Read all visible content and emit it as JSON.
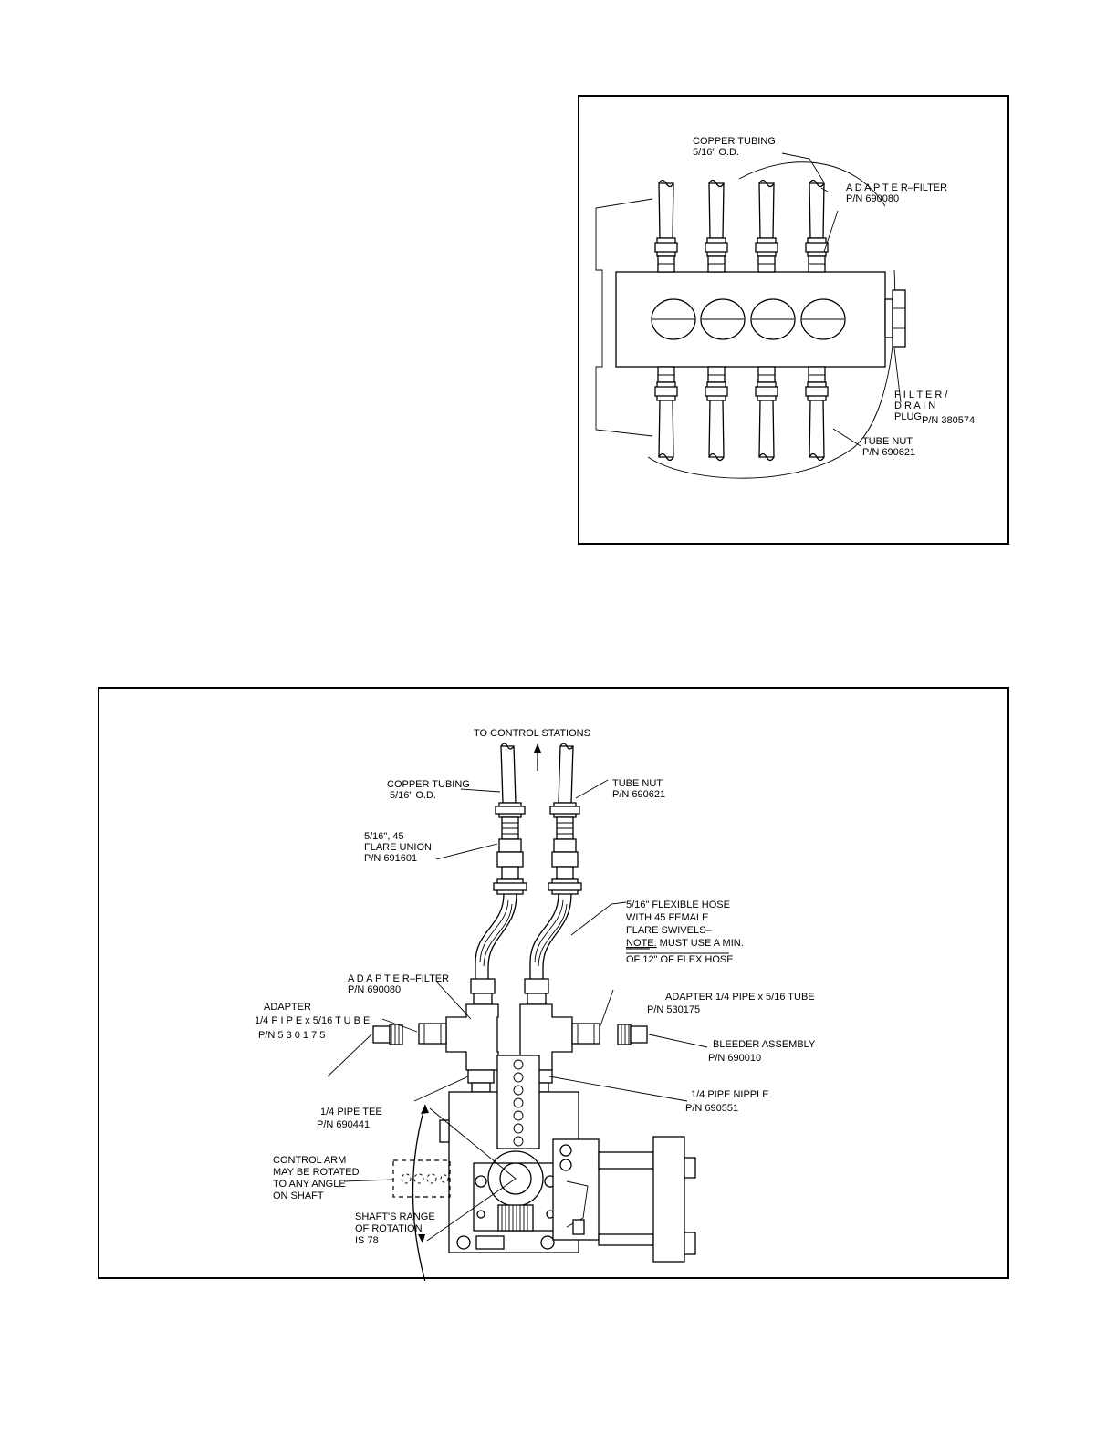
{
  "figure_top": {
    "labels": {
      "copper_tubing": [
        "COPPER TUBING",
        "5/16\" O.D."
      ],
      "adapter_filter": [
        "A D A P T E R–FILTER",
        "P/N 690080"
      ],
      "filter_drain_plug": [
        "F I L T E R /",
        "D R A I N",
        "PLUG"
      ],
      "filter_drain_pn": "P/N 380574",
      "tube_nut": [
        "TUBE NUT",
        "P/N 690621"
      ]
    }
  },
  "figure_bottom": {
    "labels": {
      "to_control_stations": "TO CONTROL STATIONS",
      "copper_tubing": [
        "COPPER TUBING",
        "5/16\" O.D."
      ],
      "tube_nut": [
        "TUBE NUT",
        "P/N 690621"
      ],
      "flare_union": [
        "5/16\", 45",
        "FLARE UNION",
        "P/N 691601"
      ],
      "flexible_hose": [
        "5/16\" FLEXIBLE HOSE",
        "WITH 45 FEMALE",
        "FLARE SWIVELS–"
      ],
      "note_prefix": "NOTE:",
      "note_text": " MUST USE A MIN.",
      "note_line2": "OF 12\" OF FLEX HOSE",
      "adapter_filter": [
        "A D A P T E R–FILTER",
        "P/N 690080"
      ],
      "adapter_left": [
        "ADAPTER",
        "1/4 P I P E  x  5/16 T U B E",
        "P/N  5 3 0 1 7 5"
      ],
      "adapter_right": [
        "ADAPTER 1/4 PIPE x 5/16 TUBE",
        "P/N 530175"
      ],
      "bleeder": [
        "BLEEDER ASSEMBLY",
        "P/N 690010"
      ],
      "pipe_tee": [
        "1/4 PIPE TEE",
        "P/N 690441"
      ],
      "pipe_nipple": [
        "1/4 PIPE NIPPLE",
        "P/N 690551"
      ],
      "control_arm": [
        "CONTROL ARM",
        "MAY BE ROTATED",
        "TO ANY ANGLE",
        "ON SHAFT"
      ],
      "shaft_range": [
        "SHAFT'S RANGE",
        "OF ROTATION",
        "IS 78"
      ]
    }
  }
}
